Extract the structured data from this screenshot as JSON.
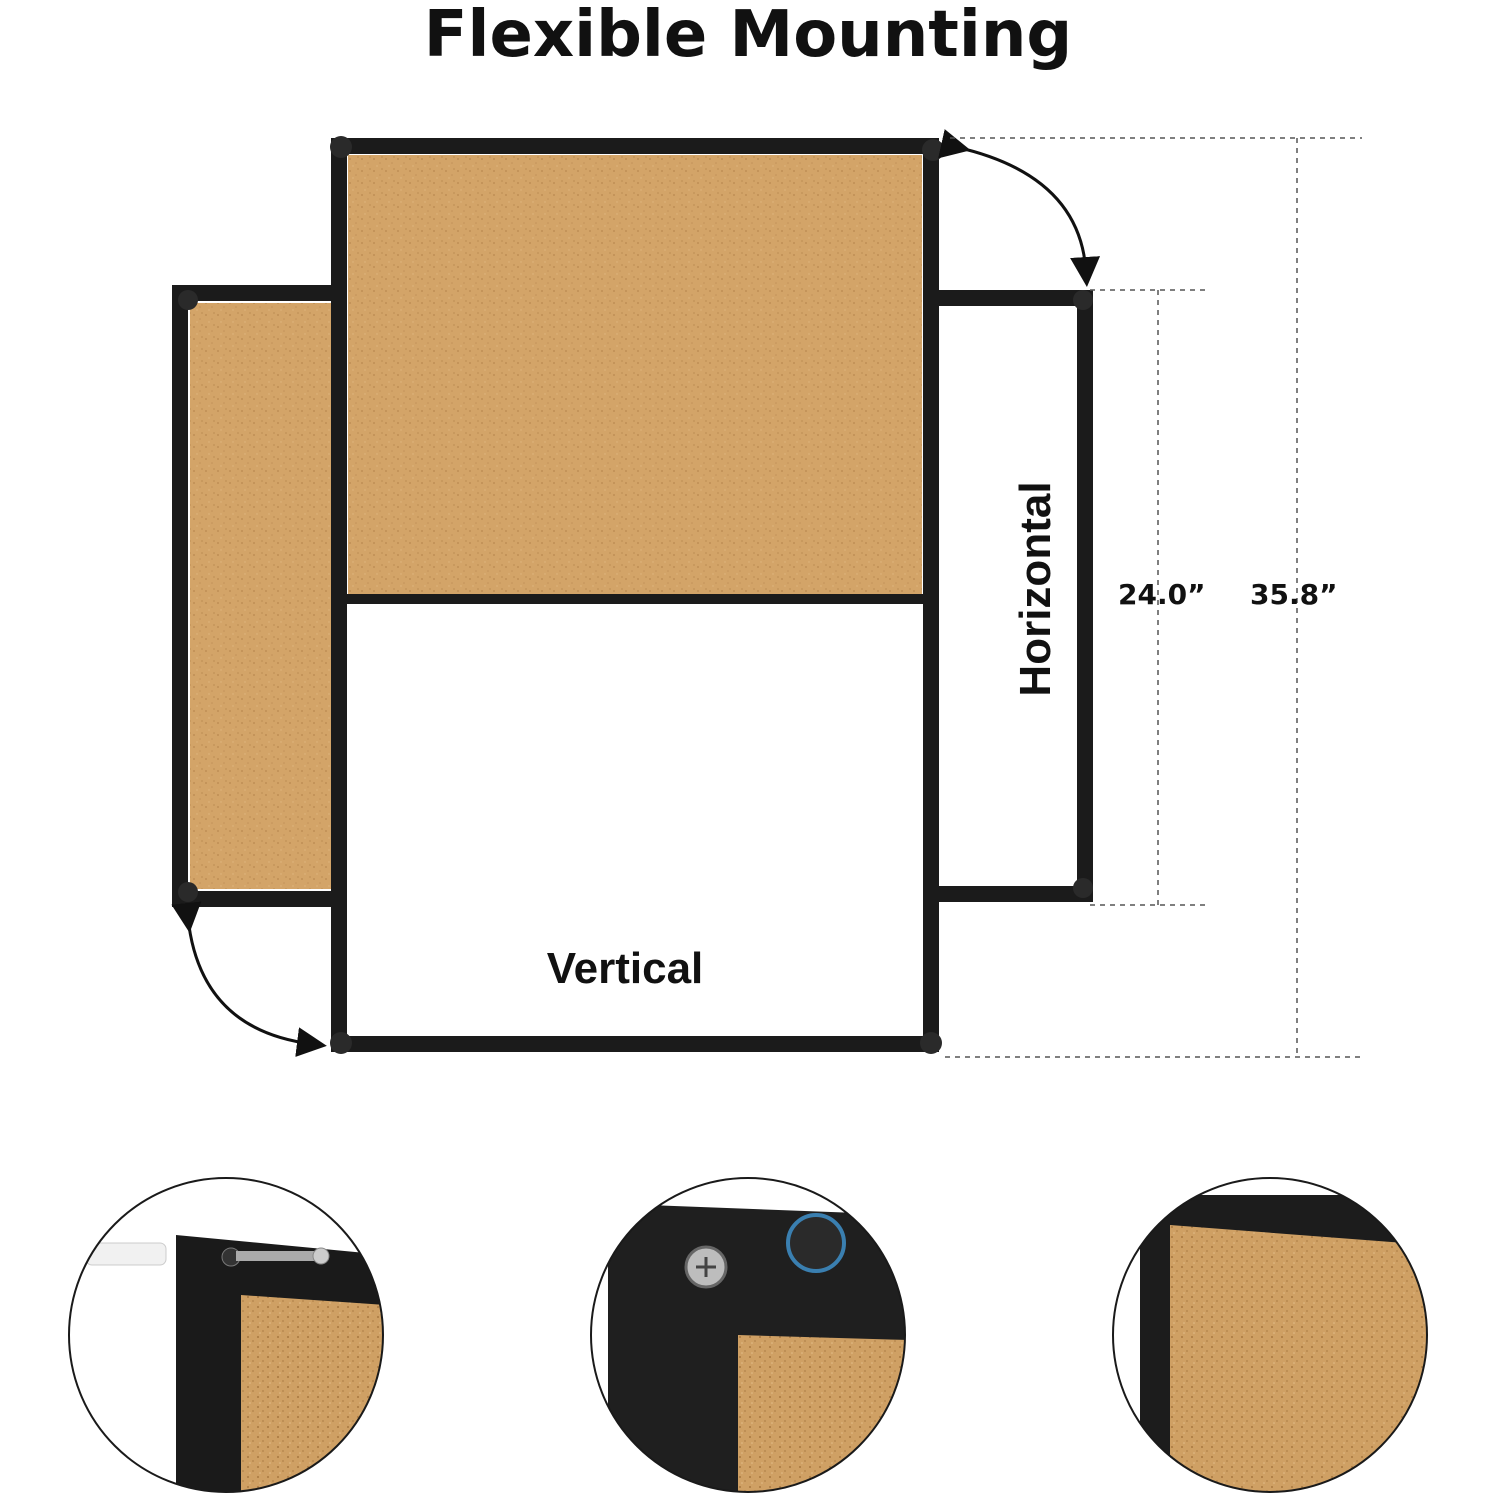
{
  "title": "Flexible Mounting",
  "labels": {
    "vertical": "Vertical",
    "horizontal": "Horizontal"
  },
  "dimensions": {
    "inner_height": "24.0”",
    "outer_height": "35.8”"
  },
  "colors": {
    "frame": "#1b1b1b",
    "cork": "#d3a468",
    "whiteboard": "#ffffff",
    "dash": "#555555"
  },
  "details": [
    {
      "icon": "wall-anchor-screw-icon"
    },
    {
      "icon": "corner-screw-bracket-icon"
    },
    {
      "icon": "cork-corner-closeup-icon"
    }
  ]
}
